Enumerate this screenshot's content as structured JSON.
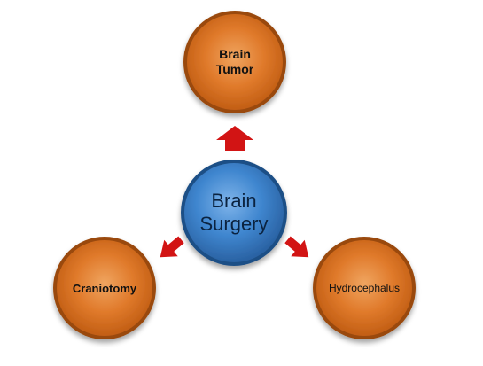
{
  "nodes": {
    "center": {
      "line1": "Brain",
      "line2": "Surgery"
    },
    "top": {
      "line1": "Brain",
      "line2": "Tumor"
    },
    "left": {
      "label": "Craniotomy"
    },
    "right": {
      "label": "Hydrocephalus"
    }
  },
  "colors": {
    "center_fill": "#3f86cf",
    "outer_fill": "#e07a2b",
    "arrow": "#d21414"
  }
}
